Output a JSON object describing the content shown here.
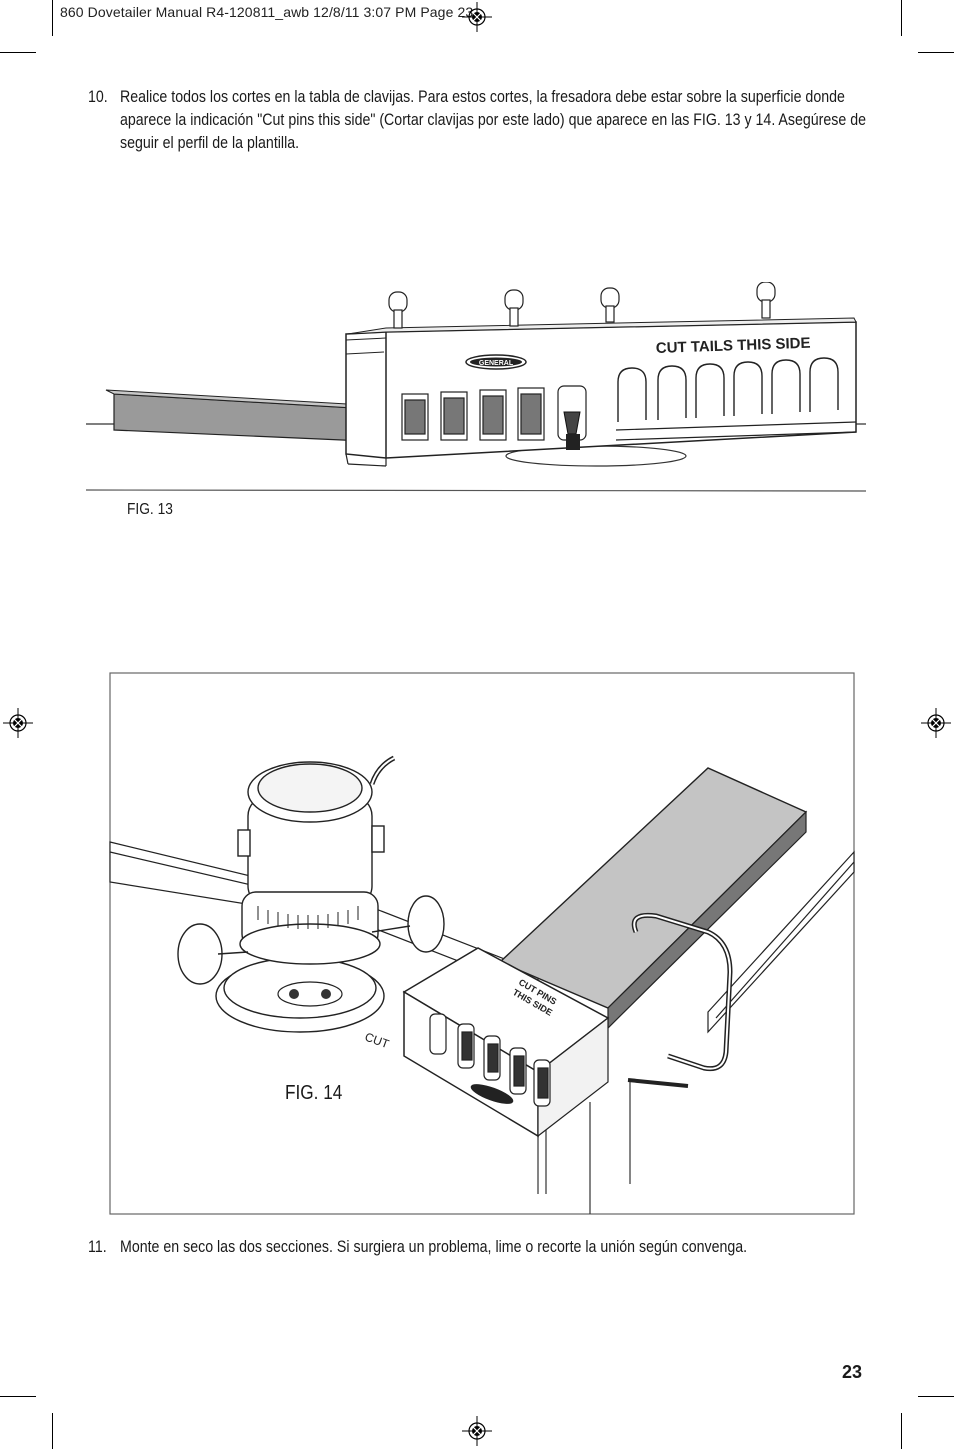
{
  "slug": {
    "text": "860 Dovetailer Manual R4-120811_awb  12/8/11  3:07 PM  Page 23"
  },
  "steps": [
    {
      "number": "10.",
      "text": "Realice todos los cortes en la tabla de clavijas. Para estos cortes, la fresadora debe estar sobre la superficie donde aparece la indicación \"Cut pins this side\" (Cortar clavijas por este lado) que aparece en las FIG. 13 y 14. Asegúrese de seguir el perfil de la plantilla."
    },
    {
      "number": "11.",
      "text": "Monte en seco las dos secciones. Si surgiera un problema, lime o recorte la unión según convenga."
    }
  ],
  "figures": {
    "fig13": {
      "label": "FIG. 13",
      "jig_text": "CUT TAILS THIS SIDE",
      "logo_text": "GENERAL"
    },
    "fig14": {
      "label": "FIG. 14",
      "jig_text_line1": "CUT PINS",
      "jig_text_line2": "THIS SIDE",
      "side_text": "CUT"
    }
  },
  "page_number": "23",
  "icons": {
    "registration": "registration-mark-icon",
    "crop": "crop-mark-icon"
  }
}
